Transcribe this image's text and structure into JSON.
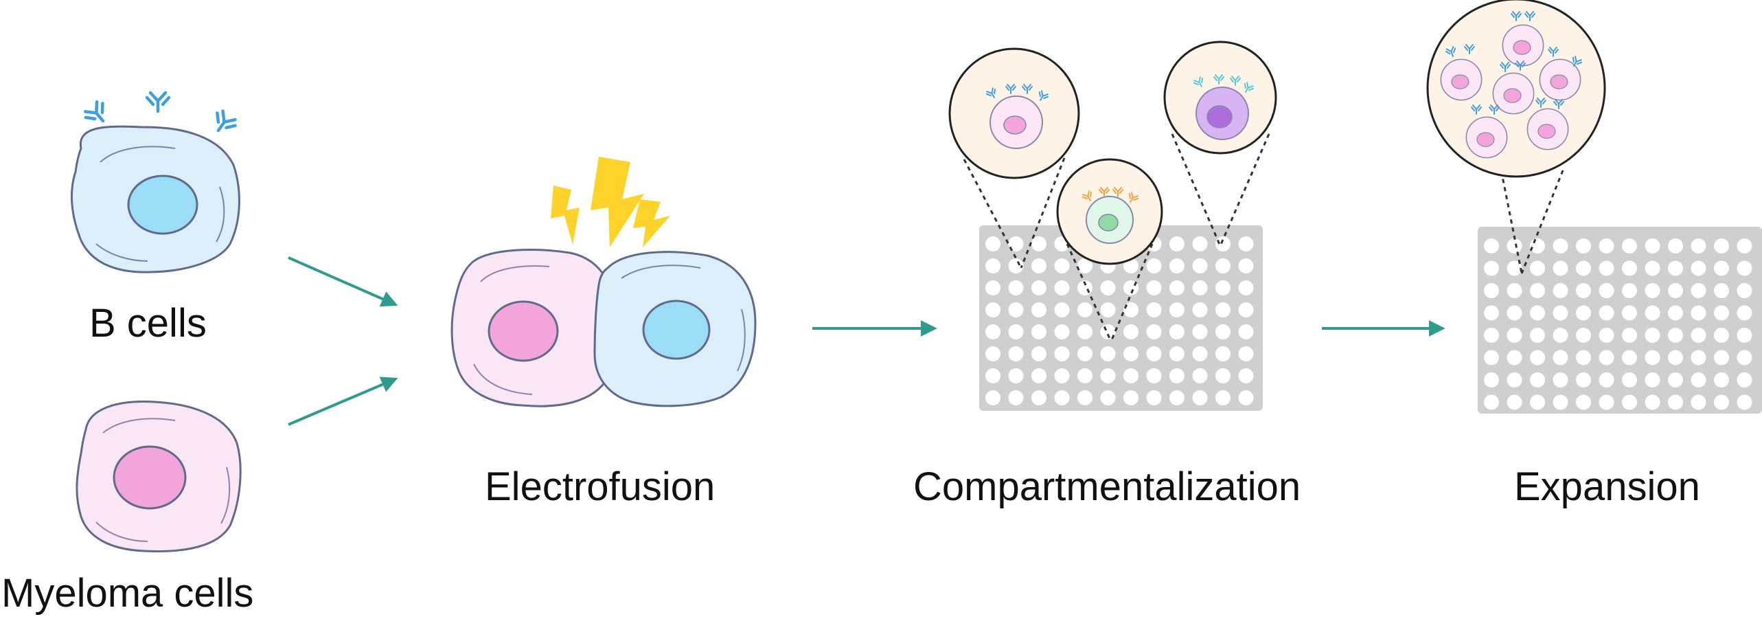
{
  "labels": {
    "b_cells": "B cells",
    "myeloma_cells": "Myeloma cells",
    "electrofusion": "Electrofusion",
    "compartmentalization": "Compartmentalization",
    "expansion": "Expansion"
  },
  "plates": {
    "columns": 12,
    "rows": 8
  },
  "colors": {
    "arrow": "#2f9b8f",
    "antibody_blue": "#3d9ee0",
    "antibody_cyan": "#52c9d4",
    "antibody_orange": "#f0a23c",
    "bolt": "#fdd32a",
    "cell_outline": "#5f6b8a",
    "b_cell_fill": "#ddeefb",
    "b_cell_nucleus": "#9bdcf6",
    "myeloma_fill": "#fbe6f6",
    "myeloma_nucleus": "#f3a4da",
    "hybridoma_green_fill": "#e0f6e8",
    "hybridoma_green_nucleus": "#8edba5",
    "hybridoma_purple_fill": "#d7b4f4",
    "hybridoma_purple_nucleus": "#ad6fdd",
    "plate": "#cfcfcf",
    "well": "#ffffff",
    "zoom_bg": "#fdf3e6"
  }
}
